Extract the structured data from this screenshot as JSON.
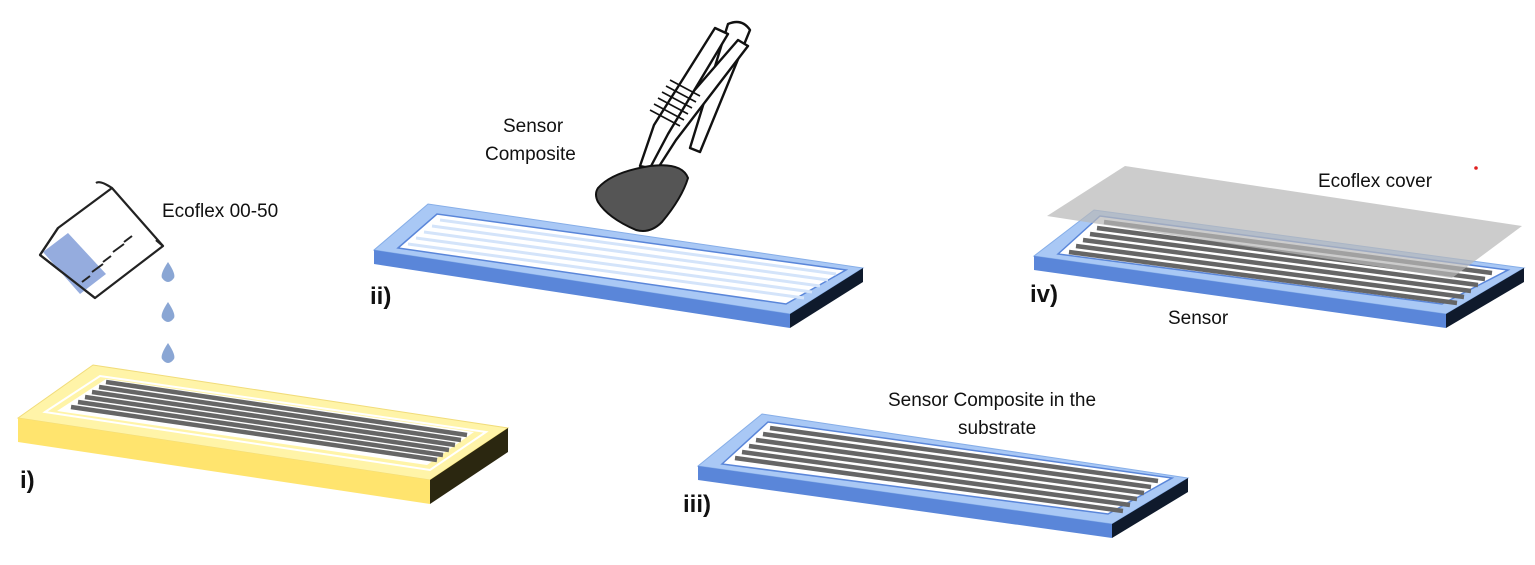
{
  "steps": {
    "i": {
      "label": "i)",
      "caption": "Ecoflex 00-50"
    },
    "ii": {
      "label": "ii)",
      "caption_line1": "Sensor",
      "caption_line2": "Composite"
    },
    "iii": {
      "label": "iii)",
      "caption_line1": "Sensor Composite in the",
      "caption_line2": "substrate"
    },
    "iv": {
      "label": "iv)",
      "caption_cover": "Ecoflex cover",
      "caption_sensor": "Sensor"
    }
  },
  "colors": {
    "yellow_top": "#fff4a8",
    "yellow_front": "#ffe46e",
    "yellow_side": "#2b2710",
    "blue_top": "#a9c8f5",
    "blue_front": "#5a86d9",
    "blue_side": "#0f1a2c",
    "liquid": "#8fa8dc",
    "drop": "#8aa6d4",
    "stripe": "#666666",
    "blob": "#555555",
    "cover": "#b9b9b9"
  },
  "icons": [
    "beaker-icon",
    "tweezers-icon",
    "drop-icon"
  ]
}
